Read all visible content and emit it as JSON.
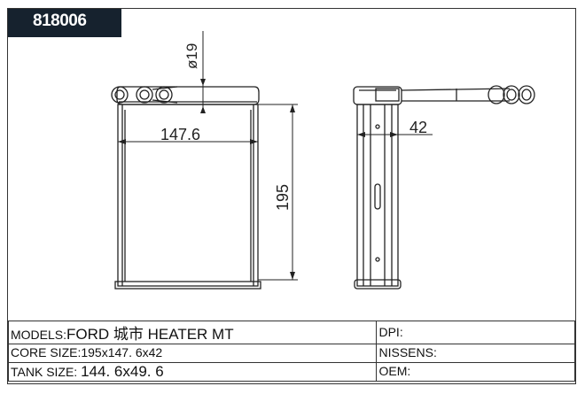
{
  "part_number": "818006",
  "dimensions": {
    "tube_diameter": "ø19",
    "core_width": "147.6",
    "core_height": "195",
    "core_depth": "42"
  },
  "specs": {
    "models_label": "MODELS:",
    "models_value": "FORD 城市 HEATER MT",
    "core_size_label": "CORE SIZE:",
    "core_size_value": "195x147. 6x42",
    "tank_size_label": "TANK SIZE: ",
    "tank_size_value": "144. 6x49. 6",
    "dpi_label": "DPI:",
    "nissens_label": "NISSENS:",
    "oem_label": "OEM:"
  }
}
